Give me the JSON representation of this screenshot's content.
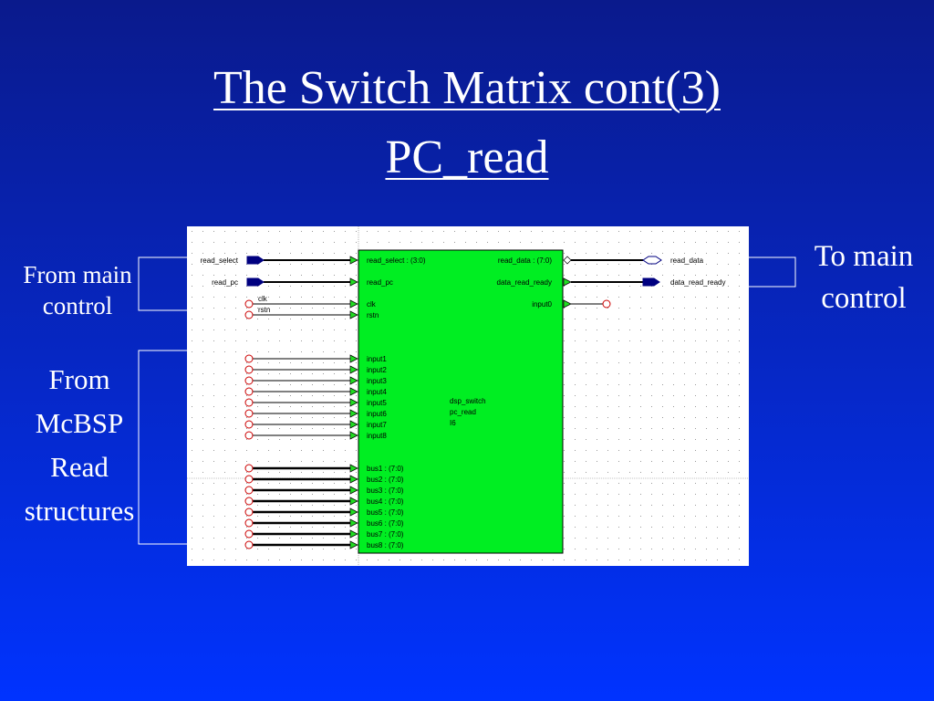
{
  "slide": {
    "title_line1": "The Switch Matrix cont(3)",
    "title_line2": "PC_read",
    "labels": {
      "from_main_control": [
        "From main",
        "control"
      ],
      "from_mcbsp": [
        "From",
        "McBSP",
        "Read",
        "structures"
      ],
      "to_main_control": [
        "To main",
        "control"
      ]
    }
  },
  "schematic": {
    "colors": {
      "block_fill": "#00ee22",
      "grid_dot": "#9a9a9a",
      "wire": "#000000",
      "port_bus": "#000080",
      "port_open": "#cc0000",
      "arrow_fill": "#22dd22"
    },
    "inputs_top": [
      {
        "external": "read_select",
        "pin": "read_select : (3:0)",
        "kind": "bus"
      },
      {
        "external": "read_pc",
        "pin": "read_pc",
        "kind": "bus"
      },
      {
        "external": "clk",
        "pin": "clk",
        "kind": "open"
      },
      {
        "external": "rstn",
        "pin": "rstn",
        "kind": "open"
      }
    ],
    "inputs_mid": [
      "input1",
      "input2",
      "input3",
      "input4",
      "input5",
      "input6",
      "input7",
      "input8"
    ],
    "inputs_bus": [
      "bus1 : (7:0)",
      "bus2 : (7:0)",
      "bus3 : (7:0)",
      "bus4 : (7:0)",
      "bus5 : (7:0)",
      "bus6 : (7:0)",
      "bus7 : (7:0)",
      "bus8 : (7:0)"
    ],
    "outputs": [
      {
        "pin": "read_data : (7:0)",
        "external": "read_data",
        "kind": "bidir"
      },
      {
        "pin": "data_read_ready",
        "external": "data_read_ready",
        "kind": "bus"
      },
      {
        "pin": "input0",
        "external": "",
        "kind": "open"
      }
    ],
    "instance": [
      "dsp_switch",
      "pc_read",
      "I6"
    ]
  }
}
